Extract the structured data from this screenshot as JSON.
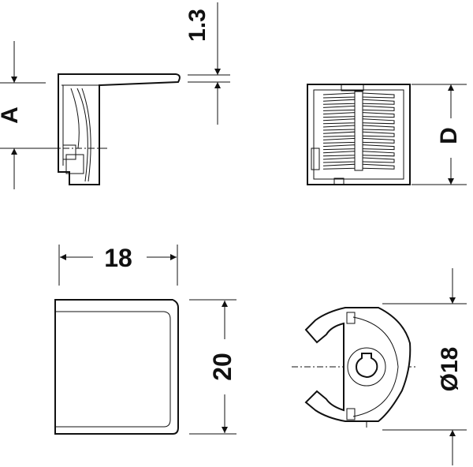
{
  "dimensions": {
    "top_thickness": "1.3",
    "height_a": "A",
    "depth_d": "D",
    "width": "18",
    "height": "20",
    "diameter": "Ø18"
  },
  "colors": {
    "line": "#111111",
    "background": "#ffffff"
  }
}
